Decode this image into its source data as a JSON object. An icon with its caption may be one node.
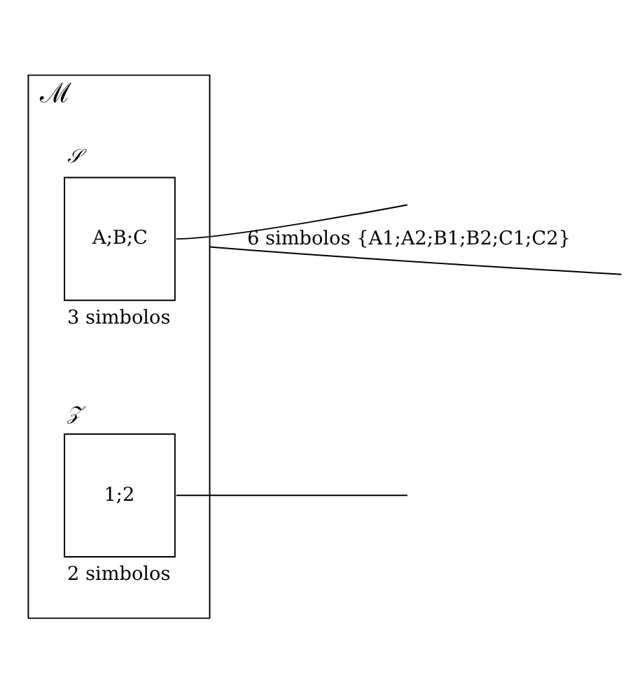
{
  "diagram": {
    "nodes": [
      {
        "text": [
          "ℳ"
        ]
      },
      {
        "text": [
          "𝒮",
          "A;B;C"
        ],
        "beside": [
          "3 simbolos"
        ],
        "in": 0
      },
      {
        "text": [
          "𝒵",
          "1;2"
        ],
        "beside": [
          "2 simbolos"
        ],
        "in": 0
      }
    ],
    "edges": [
      {
        "from": 1,
        "to": null,
        "arrow": "none"
      },
      {
        "from": 2,
        "to": null,
        "arrow": "none"
      },
      {
        "from": 0,
        "to": null,
        "arrow": "none",
        "label": "6 simbolos {A1;A2;B1;B2;C1;C2}"
      }
    ]
  }
}
